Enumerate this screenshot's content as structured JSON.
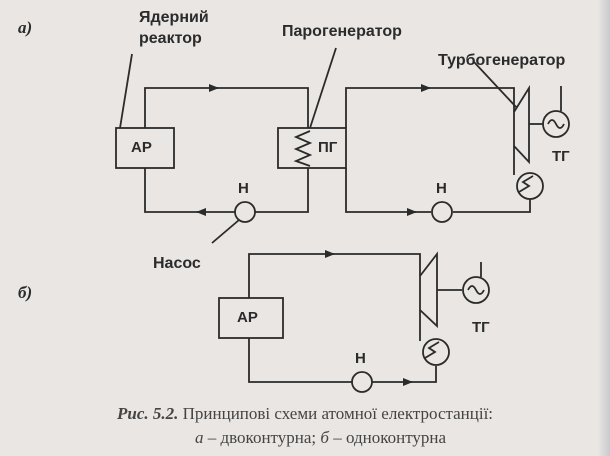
{
  "part_a": "а)",
  "part_b": "б)",
  "reactor_label": {
    "line1": "Ядерний",
    "line2": "реактор"
  },
  "steam_generator_label": "Парогенератор",
  "turbogenerator_label": "Турбогенератор",
  "pump_label": "Насос",
  "block_ar": "АР",
  "block_pg": "ПГ",
  "pump_symbol": "Н",
  "generator_symbol": "ТГ",
  "caption": {
    "fig": "Рис. 5.2.",
    "text": " Принципові схеми атомної електростанції:",
    "a_letter": "а",
    "a_text": " – двоконтурна; ",
    "b_letter": "б",
    "b_text": " – одноконтурна"
  }
}
